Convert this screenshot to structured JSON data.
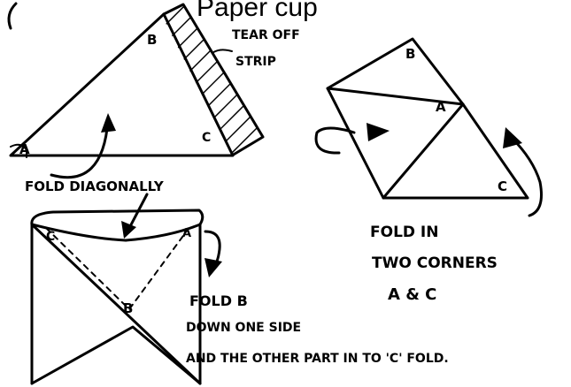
{
  "title": "Paper cup",
  "step1": {
    "corner_a": "A",
    "corner_b": "B",
    "corner_c": "C",
    "strip_label_line1": "TEAR OFF",
    "strip_label_line2": "STRIP",
    "caption": "FOLD DIAGONALLY"
  },
  "step2": {
    "corner_a": "A",
    "corner_b": "B",
    "corner_c": "C",
    "caption_line1": "FOLD IN",
    "caption_line2": "TWO CORNERS",
    "caption_line3": "A & C"
  },
  "step3": {
    "corner_b": "B",
    "corner_c": "C",
    "corner_a": "A",
    "caption_line1": "FOLD B",
    "caption_line2": "DOWN ONE SIDE",
    "caption_line3": "AND THE OTHER PART IN TO 'C' FOLD."
  }
}
